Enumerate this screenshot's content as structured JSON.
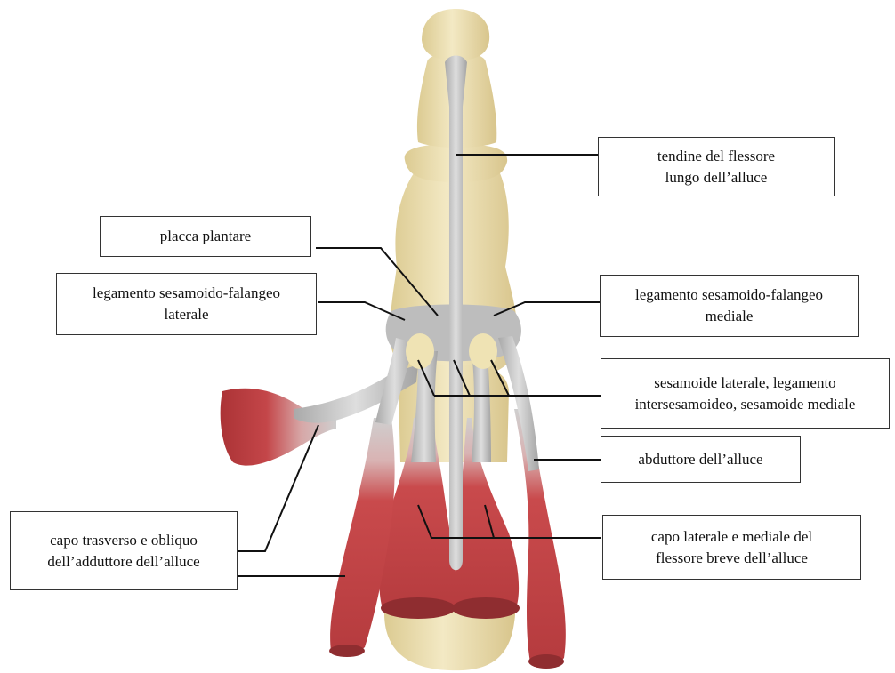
{
  "labels": {
    "fhl_tendon": [
      "tendine del flessore",
      "lungo dell’alluce"
    ],
    "plantar_plate": [
      "placca plantare"
    ],
    "lateral_ligament": [
      "legamento sesamoido-falangeo",
      "laterale"
    ],
    "medial_ligament": [
      "legamento sesamoido-falangeo",
      "mediale"
    ],
    "sesamoids": [
      "sesamoide laterale, legamento",
      "intersesamoideo, sesamoide mediale"
    ],
    "abductor": [
      "abduttore dell’alluce"
    ],
    "adductor": [
      "capo trasverso e obliquo",
      "dell’adduttore dell’alluce"
    ],
    "fhb": [
      "capo laterale e mediale del",
      "flessore breve dell’alluce"
    ]
  },
  "colors": {
    "bone": "#eee2b6",
    "bone_shade": "#d9c78f",
    "tendon": "#c9c9c9",
    "tendon_shade": "#9e9e9e",
    "muscle": "#c4484a",
    "muscle_dark": "#8f2d30",
    "leader_line": "#111111"
  }
}
